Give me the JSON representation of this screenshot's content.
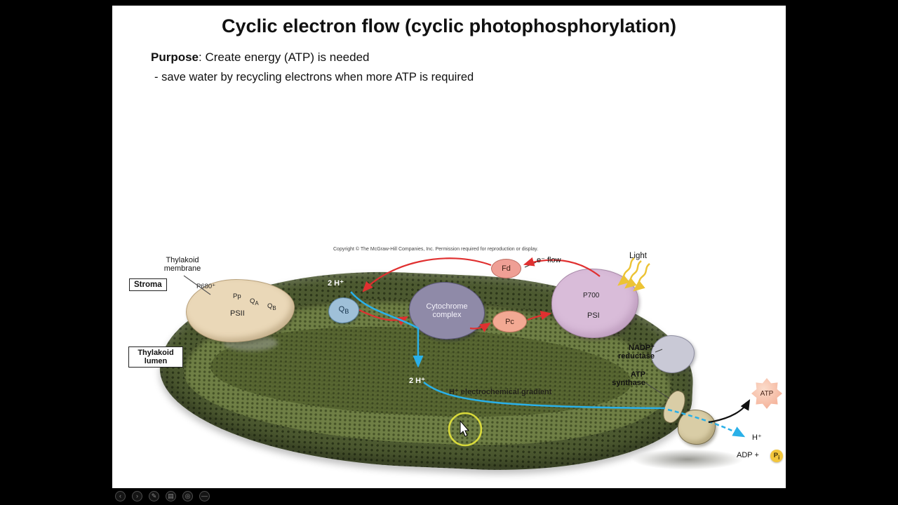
{
  "slide": {
    "title": "Cyclic electron flow (cyclic photophosphorylation)",
    "purpose_label": "Purpose",
    "purpose_rest": ":  Create energy (ATP) is needed",
    "bullet": "-  save water by recycling electrons when more ATP is required",
    "copyright": "Copyright © The McGraw-Hill Companies, Inc. Permission required for reproduction or display."
  },
  "diagram": {
    "thylakoid_membrane": "Thylakoid\nmembrane",
    "stroma": "Stroma",
    "thylakoid_lumen": "Thylakoid\nlumen",
    "p680": "P680⁺",
    "pp": "Pp",
    "qa_base": "Q",
    "qa_sub": "A",
    "qb_base": "Q",
    "qb_sub": "B",
    "psii": "PSII",
    "qbsite_base": "Q",
    "qbsite_sub": "B",
    "h2_top": "2 H⁺",
    "cytochrome": "Cytochrome\ncomplex",
    "pc": "Pc",
    "fd": "Fd",
    "e_flow": "e⁻ flow",
    "light": "Light",
    "p700": "P700",
    "psi": "PSI",
    "nadp_reductase": "NADP⁺\nreductase",
    "atp_synthase": "ATP\nsynthase",
    "gradient": "H⁺ electrochemical gradient",
    "h2_lumen": "2 H⁺",
    "atp": "ATP",
    "h_out": "H⁺",
    "adp": "ADP +",
    "pi_base": "P",
    "pi_sub": "i"
  },
  "toolbar": {
    "items": [
      {
        "name": "previous-slide",
        "glyph": "‹"
      },
      {
        "name": "next-slide",
        "glyph": "›"
      },
      {
        "name": "pen",
        "glyph": "✎"
      },
      {
        "name": "slides-overview",
        "glyph": "▤"
      },
      {
        "name": "zoom",
        "glyph": "◎"
      },
      {
        "name": "more",
        "glyph": "—"
      }
    ]
  }
}
